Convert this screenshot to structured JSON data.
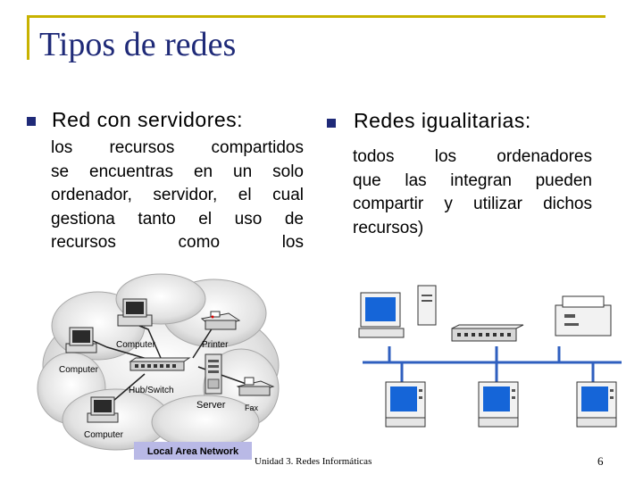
{
  "slide": {
    "title": "Tipos de redes",
    "left": {
      "heading": "Red con servidores:",
      "lines": [
        "los recursos compartidos",
        "se encuentras en un solo",
        "ordenador, servidor, el cual",
        "gestiona tanto el uso de",
        "recursos como los"
      ]
    },
    "right": {
      "heading": "Redes  igualitarias:",
      "lines": [
        "todos los ordenadores",
        "que las integran pueden",
        "compartir y utilizar dichos",
        "recursos)"
      ]
    },
    "footer": "Unidad 3. Redes Informáticas",
    "page_number": "6"
  },
  "lan_diagram": {
    "labels": {
      "computer_top": "Computer",
      "printer": "Printer",
      "computer_left": "Computer",
      "hub": "Hub/Switch",
      "server": "Server",
      "fax": "Fax",
      "computer_bottom": "Computer",
      "banner": "Local Area Network"
    }
  },
  "colors": {
    "title": "#1f2a78",
    "frame": "#c8b200",
    "bus": "#2f5fbf",
    "screen": "#1565d8",
    "banner_bg": "#b9b9e6"
  }
}
